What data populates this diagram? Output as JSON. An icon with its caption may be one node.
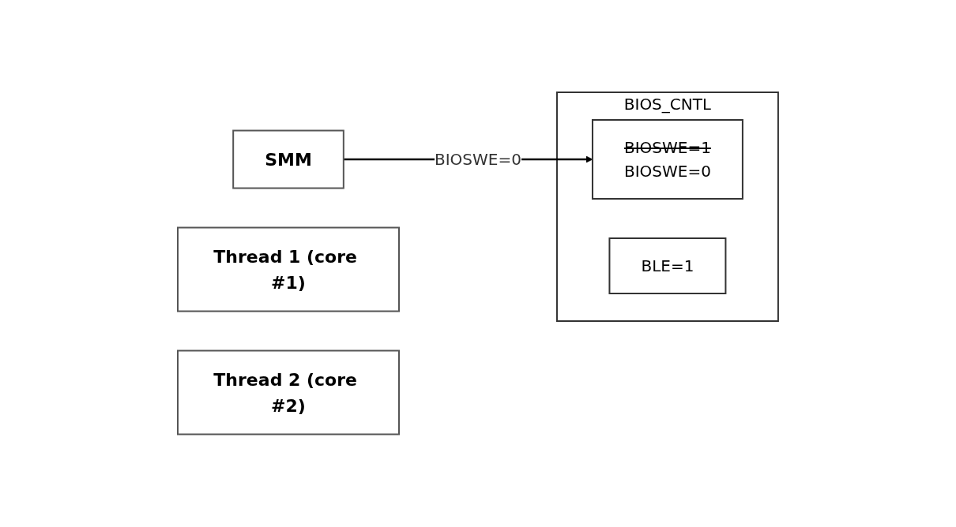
{
  "diagram": {
    "nodes": [
      {
        "text": [
          "SMM"
        ]
      },
      {
        "text": [
          "BIOS_CNTL"
        ]
      },
      {
        "text": [
          "BIOSWE=1",
          "BIOSWE=0"
        ],
        "in": 1
      },
      {
        "text": [
          "BLE=1"
        ],
        "in": 1
      },
      {
        "text": [
          "Thread 1 (core #1)"
        ]
      },
      {
        "text": [
          "Thread 2 (core #2)"
        ]
      }
    ],
    "edges": [
      {
        "from": 0,
        "to": 2,
        "arrow": "to",
        "label": "BIOSWE=0"
      }
    ]
  }
}
